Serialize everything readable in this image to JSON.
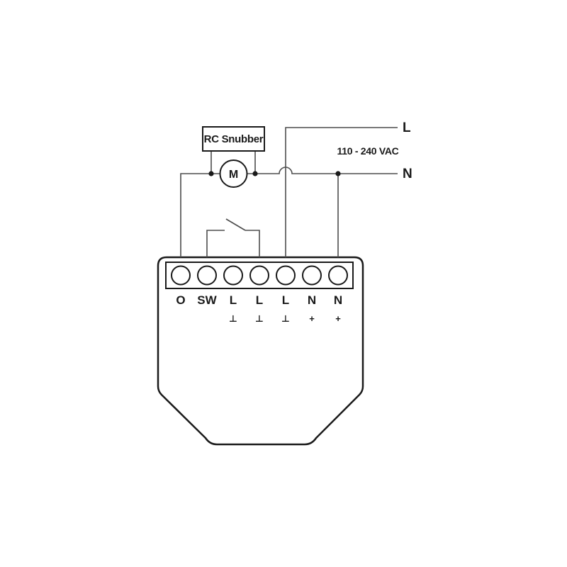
{
  "diagram": {
    "components": {
      "rc_snubber": {
        "label": "RC Snubber"
      },
      "motor": {
        "label": "M"
      }
    },
    "power": {
      "line_label": "L",
      "neutral_label": "N",
      "voltage_label": "110 - 240 VAC"
    },
    "device": {
      "terminals": [
        {
          "label": "O",
          "symbol": ""
        },
        {
          "label": "SW",
          "symbol": ""
        },
        {
          "label": "L",
          "symbol": "⊥"
        },
        {
          "label": "L",
          "symbol": "⊥"
        },
        {
          "label": "L",
          "symbol": "⊥"
        },
        {
          "label": "N",
          "symbol": "+"
        },
        {
          "label": "N",
          "symbol": "+"
        }
      ]
    },
    "colors": {
      "wire": "#4d4d4d",
      "outline": "#1a1a1a",
      "background": "#ffffff"
    }
  }
}
